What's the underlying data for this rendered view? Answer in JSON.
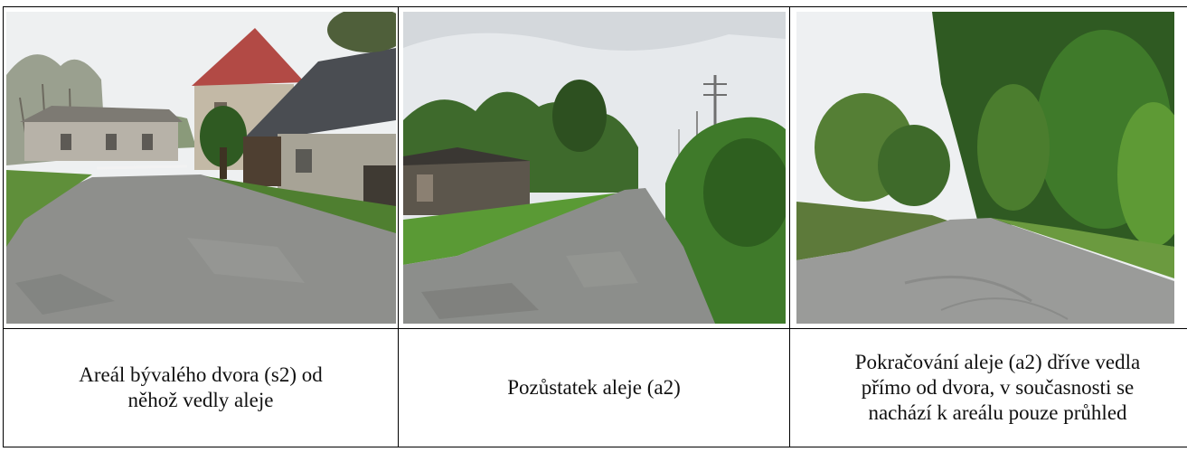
{
  "table": {
    "photos": [
      {
        "icon": "village-farmyard-photo",
        "caption": "Areál bývalého dvora (s2) od\nněhož vedly aleje"
      },
      {
        "icon": "remnant-alley-road-photo",
        "caption": "Pozůstatek aleje (a2)"
      },
      {
        "icon": "alley-continuation-road-photo",
        "caption": "Pokračování aleje (a2) dříve vedla\npřímo od dvora, v současnosti se\nnachází k areálu pouze průhled"
      }
    ]
  },
  "colors": {
    "sky": "#e9ecef",
    "roof_red": "#b24a45",
    "asphalt": "#8e8f8c",
    "grass": "#5f8f3a",
    "foliage_dark": "#2f5a22"
  }
}
